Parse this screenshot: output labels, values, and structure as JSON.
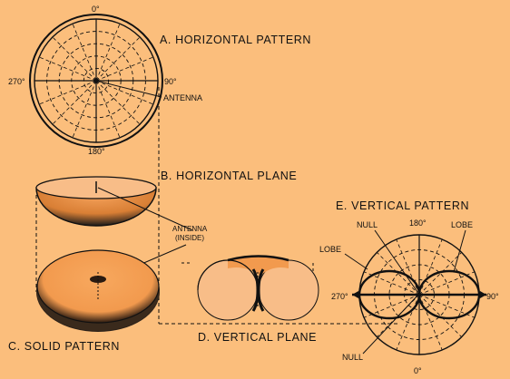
{
  "colors": {
    "background": "#FBBE7C",
    "fill_orange": "#F4A15A",
    "fill_light": "#F8BD88",
    "ink": "#111111"
  },
  "panel_a": {
    "title": "A. HORIZONTAL PATTERN",
    "label_0": "0°",
    "label_90": "90°",
    "label_180": "180°",
    "label_270": "270°",
    "callout": "ANTENNA"
  },
  "panel_b": {
    "title": "B. HORIZONTAL PLANE",
    "callout_line1": "ANTENNA",
    "callout_line2": "(INSIDE)"
  },
  "panel_c": {
    "title": "C. SOLID PATTERN"
  },
  "panel_d": {
    "title": "D. VERTICAL PLANE"
  },
  "panel_e": {
    "title": "E. VERTICAL PATTERN",
    "label_180": "180°",
    "label_0": "0°",
    "label_90": "90°",
    "label_270": "270°",
    "null_top": "NULL",
    "null_bottom": "NULL",
    "lobe_left": "LOBE",
    "lobe_right": "LOBE"
  },
  "icons": [
    "antenna-icon"
  ]
}
